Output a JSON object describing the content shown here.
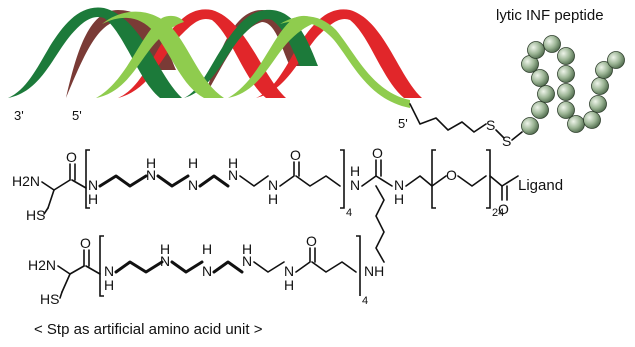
{
  "title": "lytic INF peptide",
  "dna": {
    "strand1_end": "3'",
    "strand2_end": "5'",
    "strand3_end": "5'",
    "colors": {
      "dark_green": "#1c7a3a",
      "light_green": "#8fcc4e",
      "red": "#e1262a",
      "brown": "#7a3b36"
    }
  },
  "linker": {
    "s1": "S",
    "s2": "S"
  },
  "peptide": {
    "bead_color": "#9cb595",
    "bead_count": 17
  },
  "molecule1": {
    "h2n": "H2N",
    "o1": "O",
    "hs": "HS",
    "nh1": "N",
    "nh1_h": "H",
    "n2": "N",
    "n2_h": "H",
    "n3": "N",
    "n3_h": "H",
    "n4": "N",
    "n4_h": "H",
    "nh5": "N",
    "nh5_h": "H",
    "o2": "O",
    "repeat": "4",
    "nh6_h": "H",
    "nh6": "N",
    "o3": "O",
    "nh7": "N",
    "nh7_h": "H",
    "o_peg": "O",
    "peg_repeat": "24",
    "o4": "O",
    "ligand": "Ligand"
  },
  "molecule2": {
    "h2n": "H2N",
    "o1": "O",
    "hs": "HS",
    "nh1": "N",
    "nh1_h": "H",
    "n2": "N",
    "n2_h": "H",
    "n3": "N",
    "n3_h": "H",
    "n4": "N",
    "n4_h": "H",
    "nh5": "N",
    "nh5_h": "H",
    "o2": "O",
    "repeat": "4",
    "nh_end": "NH"
  },
  "caption": "< Stp  as artificial amino acid unit >"
}
